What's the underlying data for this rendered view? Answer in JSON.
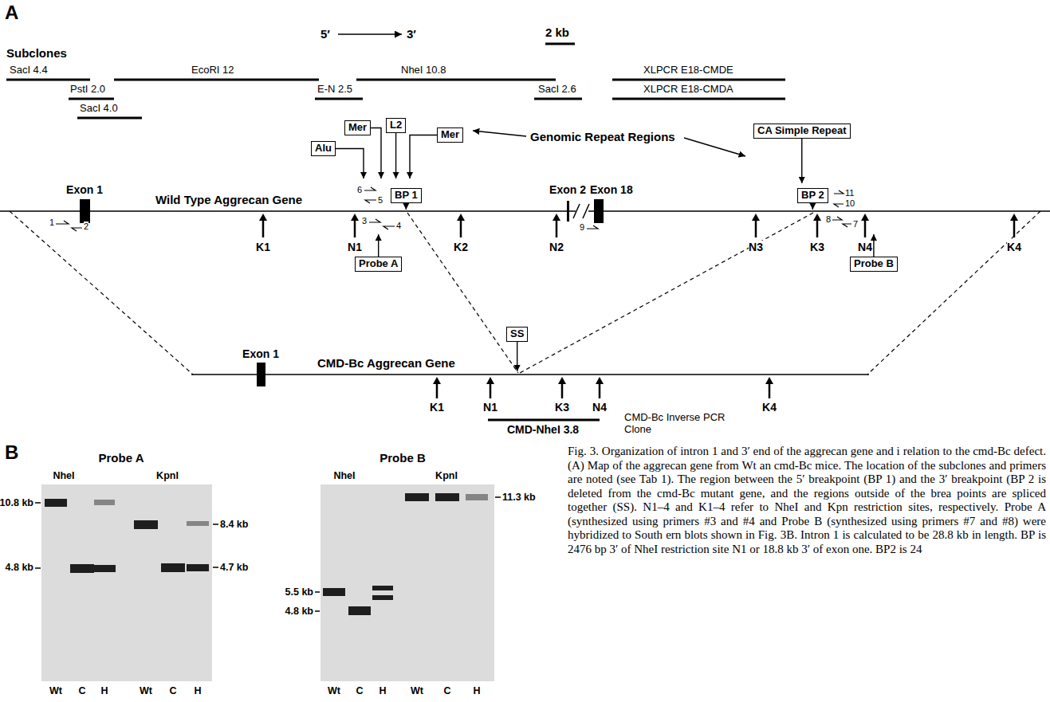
{
  "diagram": {
    "caption": "Fig. 3. Organization of intron 1 and 3′ end of the aggrecan gene and i relation to the cmd-Bc defect. (A) Map of the aggrecan gene from Wt an cmd-Bc mice. The location of the subclones and primers are noted (see Tab 1). The region between the 5′ breakpoint (BP 1) and the 3′ breakpoint (BP 2 is deleted from the cmd-Bc mutant gene, and the regions outside of the brea points are spliced together (SS). N1–4 and K1–4 refer to NheI and Kpn restriction sites, respectively. Probe A (synthesized using primers #3 and #4 and Probe B (synthesized using primers #7 and #8) were hybridized to South ern blots shown in Fig. 3B. Intron 1 is calculated to be 28.8 kb in length. BP is 2476 bp 3′ of NheI restriction site N1 or 18.8 kb 3′ of exon one. BP2 is 24",
    "nodes": [
      {
        "text": [
          "Alu"
        ]
      },
      {
        "text": [
          "Mer"
        ]
      },
      {
        "text": [
          "L2"
        ]
      },
      {
        "text": [
          "Mer"
        ]
      },
      {
        "text": [
          "CA Simple Repeat"
        ]
      },
      {
        "text": [
          "BP 1"
        ]
      },
      {
        "text": [
          "BP 2"
        ]
      },
      {
        "text": [
          "Probe A"
        ]
      },
      {
        "text": [
          "Probe B"
        ]
      },
      {
        "text": [
          "SS"
        ]
      }
    ],
    "labels": [
      "A",
      "5′",
      "3′",
      "2 kb",
      "Subclones",
      "SacI 4.4",
      "PstI 2.0",
      "SacI 4.0",
      "EcoRI 12",
      "E-N 2.5",
      "NheI 10.8",
      "SacI 2.6",
      "XLPCR E18-CMDE",
      "XLPCR E18-CMDA",
      "Genomic Repeat Regions",
      "Exon 1",
      "Wild Type Aggrecan Gene",
      "1",
      "2",
      "6",
      "5",
      "3",
      "4",
      "Exon 2",
      "Exon 18",
      "9",
      "11",
      "10",
      "8",
      "7",
      "K1",
      "N1",
      "K2",
      "N2",
      "N3",
      "K3",
      "N4",
      "K4",
      "Exon 1",
      "CMD-Bc Aggrecan Gene",
      "K1",
      "N1",
      "K3",
      "N4",
      "K4",
      "CMD-NheI 3.8",
      "CMD-Bc Inverse PCR Clone",
      "B",
      "Probe A",
      "Probe B",
      "NheI",
      "KpnI",
      "NheI",
      "KpnI",
      "10.8 kb",
      "4.8 kb",
      "8.4 kb",
      "4.7 kb",
      "5.5 kb",
      "4.8 kb",
      "11.3 kb",
      "Wt",
      "C",
      "H",
      "Wt",
      "C",
      "H",
      "Wt",
      "C",
      "H",
      "Wt",
      "C",
      "H"
    ]
  }
}
